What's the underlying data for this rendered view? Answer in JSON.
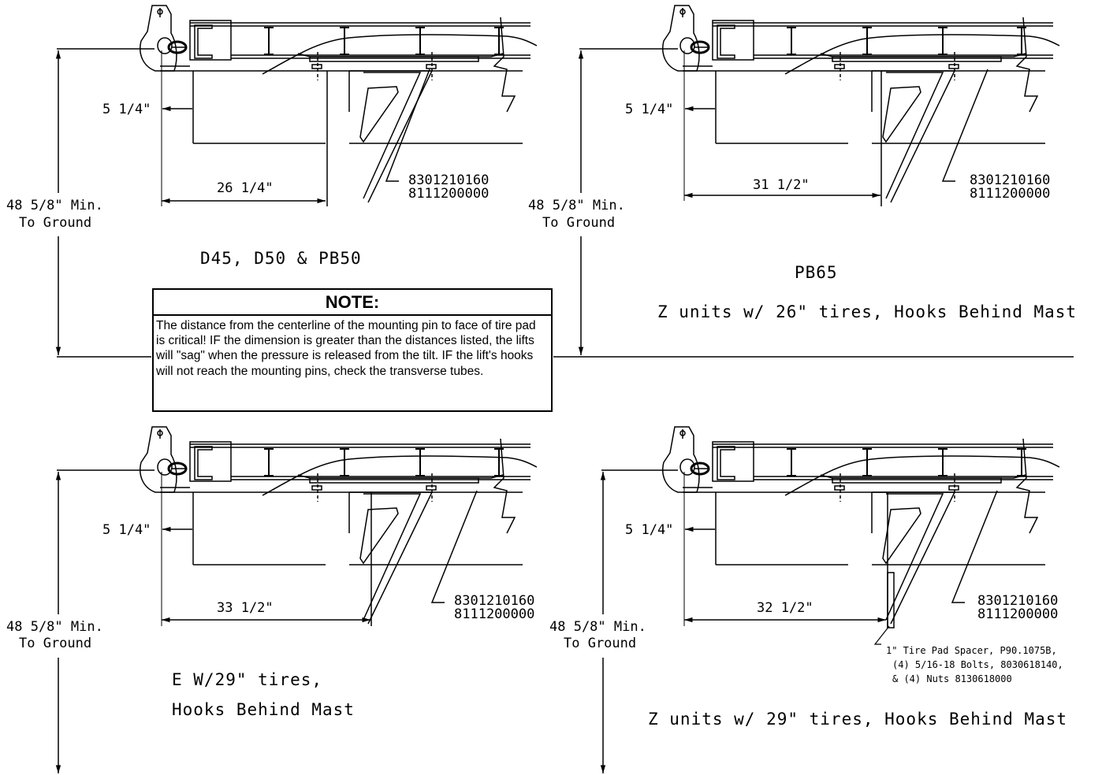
{
  "note": {
    "title": "NOTE:",
    "body": "The distance from the centerline of the mounting pin to face of tire pad is critical! IF the dimension is greater than the distances listed, the lifts will \"sag\" when the pressure is released from the tilt. IF the lift's hooks will not reach the mounting pins, check the transverse tubes."
  },
  "common": {
    "min_height": "48 5/8\" Min.",
    "to_ground": "To Ground",
    "offset": "5 1/4\""
  },
  "part_numbers": [
    "8301210160",
    "8111200000"
  ],
  "views": [
    {
      "dimension": "26 1/4\"",
      "captions": [
        "D45, D50 & PB50"
      ]
    },
    {
      "dimension": "31 1/2\"",
      "captions": [
        "PB65",
        "Z units w/ 26\" tires, Hooks Behind Mast"
      ]
    },
    {
      "dimension": "33 1/2\"",
      "captions": [
        "E W/29\" tires,",
        "Hooks Behind Mast"
      ]
    },
    {
      "dimension": "32 1/2\"",
      "captions": [
        "Z units w/ 29\" tires, Hooks Behind Mast"
      ]
    }
  ],
  "spacer_note": [
    "1\" Tire Pad Spacer, P90.1075B,",
    "(4) 5/16-18 Bolts, 8030618140,",
    "& (4) Nuts 8130618000"
  ]
}
